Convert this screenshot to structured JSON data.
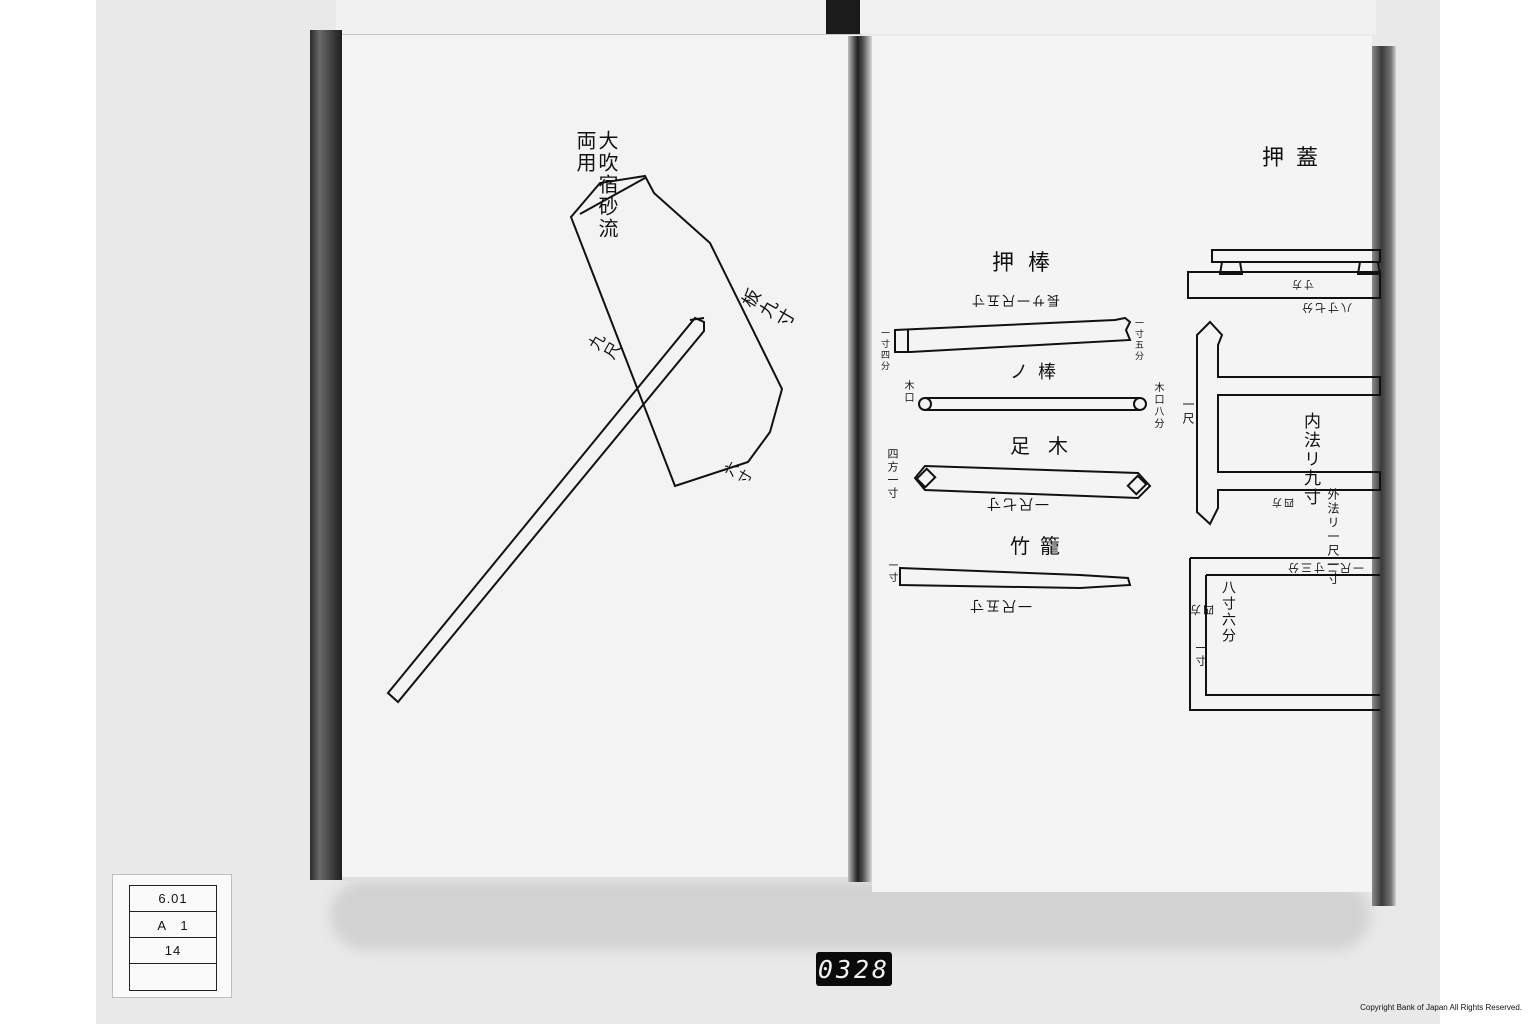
{
  "label_card": {
    "shelf": "6.01",
    "row": "A　1",
    "item": "14",
    "extra": ""
  },
  "frame_counter": "0328",
  "copyright": "Copyright Bank of Japan All Rights Reserved.",
  "left_page": {
    "heading": "大吹宿砂流両用",
    "board_label": "板九寸",
    "shaft_label": "九尺",
    "side_label": "六寸"
  },
  "right_page": {
    "title": "押蓋",
    "bar_title": "押棒",
    "bar_length": "長サ一尺五寸",
    "bar_end": "一寸五分",
    "bar_width": "一寸四分",
    "rod_title": "ノ棒",
    "rod_left": "木口",
    "rod_right": "木口八分",
    "leg_title": "足木",
    "leg_side": "四方一寸",
    "leg_length": "一尺七寸",
    "cage_title": "竹籠",
    "cage_side": "一寸",
    "cage_length": "一尺五寸",
    "frame_top": "八寸七分",
    "frame_top2": "寸方",
    "frame_one": "一尺",
    "frame_inner": "内法リ九寸",
    "frame_outer": "外法リ一尺一寸",
    "frame_outer2": "四方",
    "frame_bottom_a": "一尺二寸三分",
    "frame_bottom_b": "八寸六分",
    "frame_bottom_c": "四方",
    "frame_bottom_d": "一寸"
  }
}
